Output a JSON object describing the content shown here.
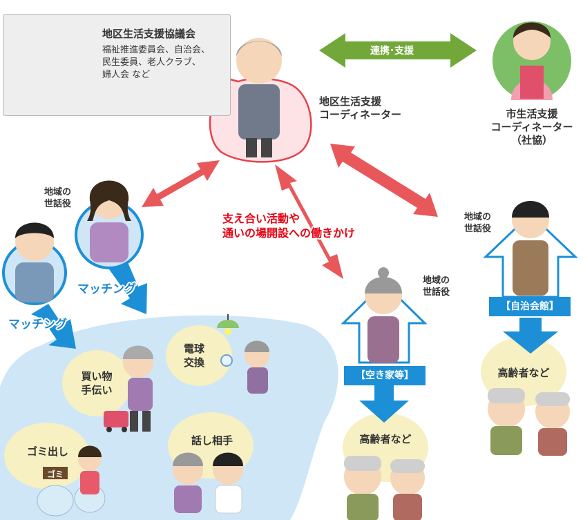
{
  "council": {
    "title": "地区生活支援協議会",
    "members": [
      "福祉推進委員会、自治会、",
      "民生委員、老人クラブ、",
      "婦人会 など"
    ]
  },
  "link_label": "連携･支援",
  "district_coordinator": [
    "地区生活支援",
    "コーディネーター"
  ],
  "city_coordinator": [
    "市生活支援",
    "コーディネーター",
    "（社協）"
  ],
  "banner": [
    "支え合い活動や",
    "通いの場開設への働きかけ"
  ],
  "caretaker_label": [
    "地域の",
    "世話役"
  ],
  "matching_label": "マッチング",
  "activities": {
    "shopping": [
      "買い物",
      "手伝い"
    ],
    "bulb": [
      "電球",
      "交換"
    ],
    "garbage": "ゴミ出し",
    "garbage_sign": "ゴミ",
    "talk": "話し相手"
  },
  "vacant_house": "【空き家等】",
  "community_hall": "【自治会館】",
  "elderly_label": "高齢者など",
  "colors": {
    "red_arrow": "#e8585a",
    "green_arrow": "#72a83a",
    "blue_arrow": "#1c8fd6",
    "bubble_yellow": "#f6f0c2",
    "blue_area": "#cfe6f7"
  }
}
